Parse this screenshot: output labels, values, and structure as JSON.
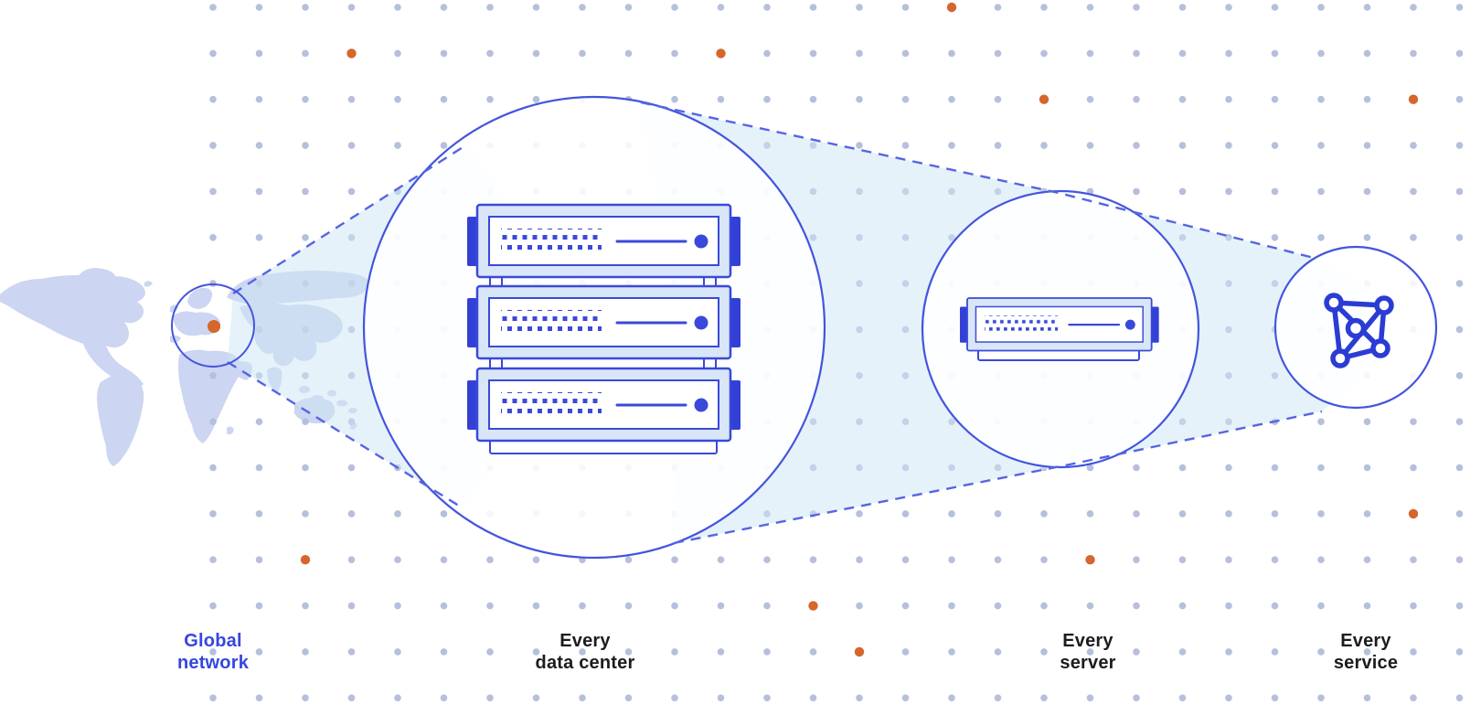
{
  "diagram_title": "Global network zoom diagram",
  "labels": {
    "global_network": {
      "line1": "Global",
      "line2": "network"
    },
    "every_data_center": {
      "line1": "Every",
      "line2": "data center"
    },
    "every_server": {
      "line1": "Every",
      "line2": "server"
    },
    "every_service": {
      "line1": "Every",
      "line2": "service"
    }
  },
  "icons": [
    "world-map",
    "location-pin-icon",
    "server-rack-icon",
    "server-icon",
    "network-mesh-icon"
  ],
  "colors": {
    "accent_blue": "#3a49d9",
    "deep_blue": "#2b3cd4",
    "circle_stroke": "#4355dd",
    "dashed_line": "#5565e3",
    "server_pale_fill": "#d8e6f7",
    "beam_fill": "rgba(205,230,243,0.5)",
    "dot_gray": "#b6bfdb",
    "dot_orange": "#d5662c",
    "map_fill": "#ccd5f1",
    "label_dark": "#1c1c1e",
    "label_blue": "#3646df"
  }
}
